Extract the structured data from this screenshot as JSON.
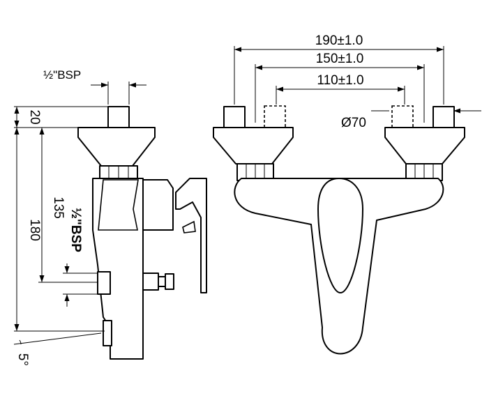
{
  "labels": {
    "bsp_top": "½\"BSP",
    "bsp_side": "½\"BSP",
    "dim_190": "190±1.0",
    "dim_150": "150±1.0",
    "dim_110": "110±1.0",
    "dim_diameter": "Ø70",
    "dim_20": "20",
    "dim_135": "135",
    "dim_180": "180",
    "dim_angle": "5°"
  }
}
